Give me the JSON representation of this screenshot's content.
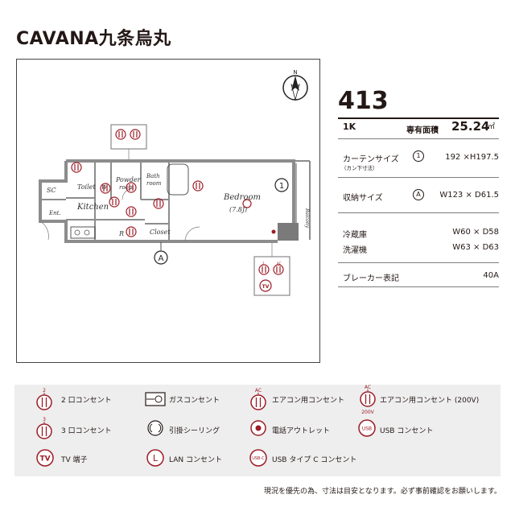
{
  "title": "CAVANA九条烏丸",
  "plan": {
    "compass": "N",
    "rooms": {
      "sc": "SC",
      "ent": "Ent.",
      "toilet": "Toilet",
      "wash": "W",
      "powder_room_1": "Powder",
      "powder_room_2": "room",
      "bath_1": "Bath",
      "bath_2": "room",
      "kitchen": "Kitchen",
      "refrigerator": "R",
      "closet": "Closet",
      "bedroom": "Bedroom",
      "bedroom_size": "(7.8J)",
      "balcony": "Balcony"
    },
    "marker_1": "1",
    "marker_a": "A",
    "outlet_num": "2",
    "outlet_ac": "AC",
    "outlet_tv": "TV"
  },
  "unit": {
    "room_number": "413",
    "layout": "1K",
    "area_label": "専有面積",
    "area_value": "25.24",
    "area_unit": "㎡",
    "curtain_label": "カーテンサイズ",
    "curtain_note": "（カン下寸法）",
    "curtain_marker": "1",
    "curtain_value": "192 ×H197.5",
    "storage_label": "収納サイズ",
    "storage_marker": "A",
    "storage_value": "W123 × D61.5",
    "fridge_label": "冷蔵庫",
    "fridge_value": "W60 × D58",
    "washer_label": "洗濯機",
    "washer_value": "W63 × D63",
    "breaker_label": "ブレーカー表記",
    "breaker_value": "40A"
  },
  "legend": {
    "outlet_2": "2 口コンセント",
    "gas": "ガスコンセント",
    "ac_outlet": "エアコン用コンセント",
    "ac_outlet_200v": "エアコン用コンセント (200V)",
    "outlet_3": "3 口コンセント",
    "ceiling": "引掛シーリング",
    "phone": "電話アウトレット",
    "usb": "USB コンセント",
    "tv": "TV 端子",
    "lan": "LAN コンセント",
    "usbc": "USB タイプ C コンセント",
    "icon_2": "2",
    "icon_3": "3",
    "icon_ac": "AC",
    "icon_200v": "200V",
    "icon_tv": "TV",
    "icon_l": "L",
    "icon_usb": "USB",
    "icon_usbc": "USB-C"
  },
  "footnote": "現況を優先の為、寸法は目安となります。必ず事前確認をお願いします。",
  "colors": {
    "accent": "#9b1c26",
    "text": "#231815",
    "legend_bg": "#eeeeee",
    "wall": "#8c8c8c"
  }
}
